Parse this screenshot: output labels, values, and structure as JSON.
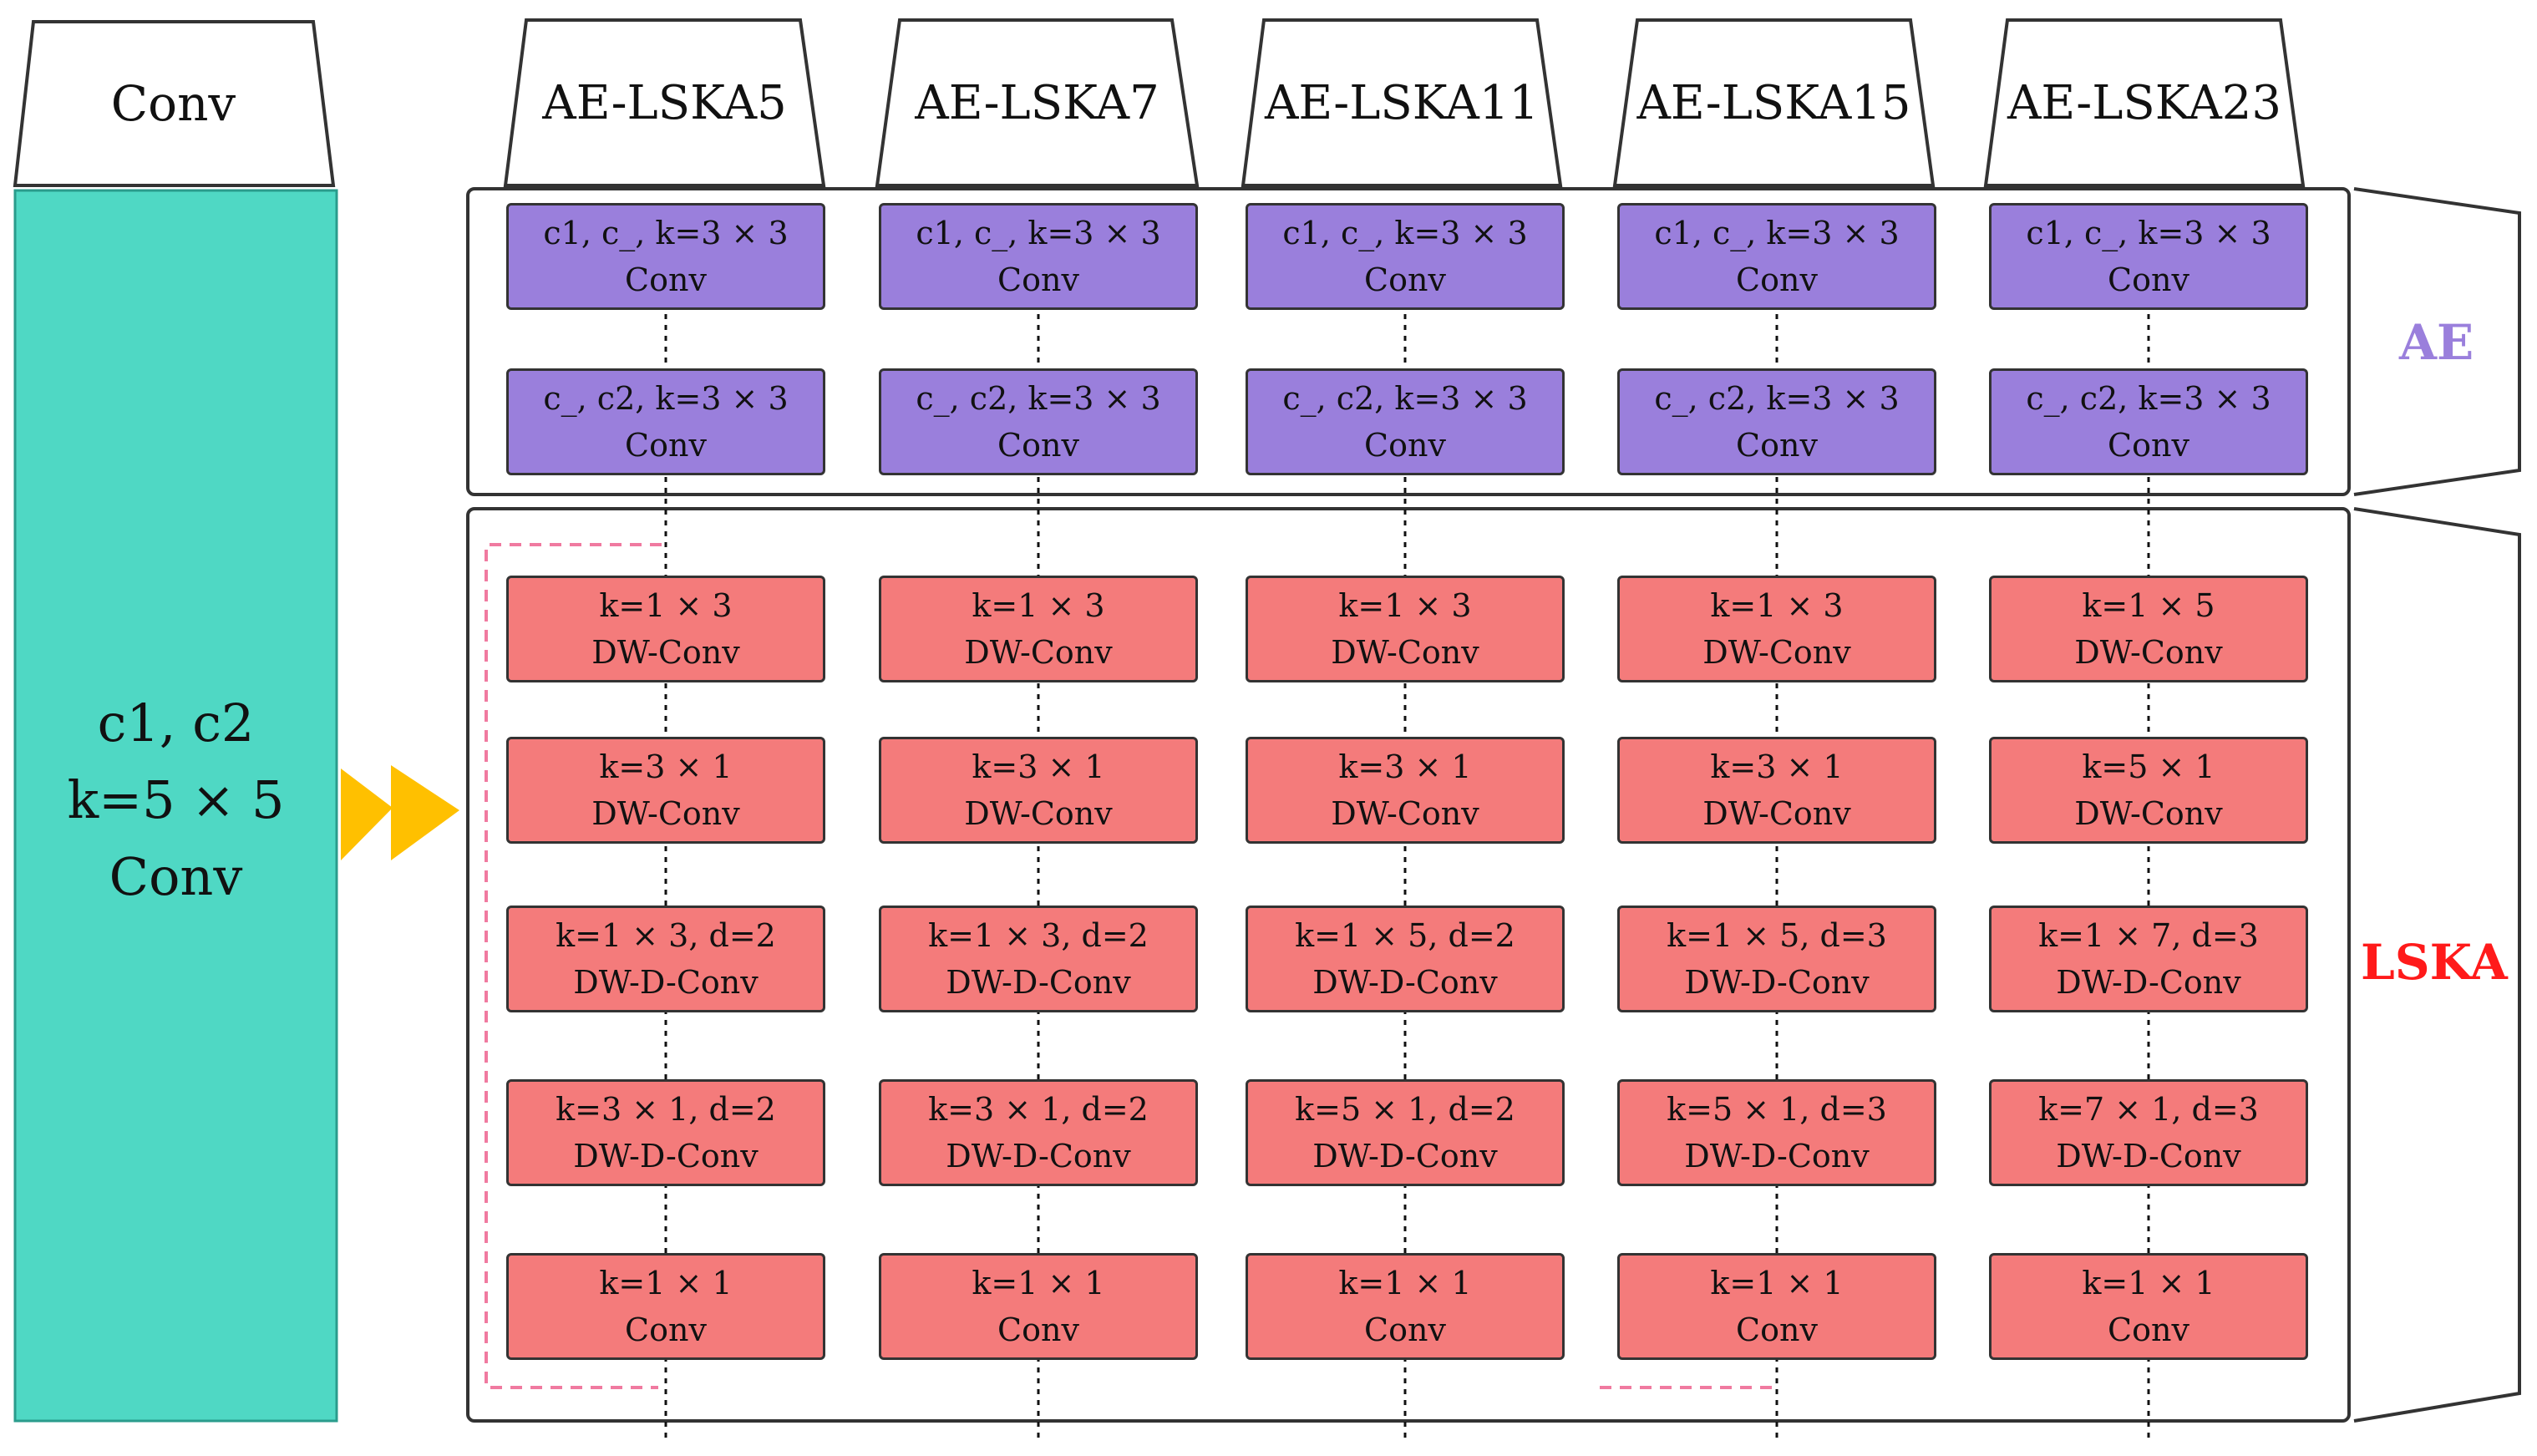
{
  "conv": {
    "tab_label": "Conv",
    "lines": [
      "c1, c2",
      "k=5 × 5",
      "Conv"
    ],
    "color": "#4fd8c4"
  },
  "arrow_color": "#ffc000",
  "ae_label": "AE",
  "ae_color": "#9a7fdc",
  "lska_label": "LSKA",
  "lska_color": "#f47b7b",
  "columns": [
    {
      "title": "AE-LSKA5",
      "ae": [
        {
          "top": "c1, c_, k=3 × 3",
          "bottom": "Conv"
        },
        {
          "top": "c_, c2, k=3 × 3",
          "bottom": "Conv"
        }
      ],
      "lska": [
        {
          "top": "k=1 × 3",
          "bottom": "DW-Conv"
        },
        {
          "top": "k=3 × 1",
          "bottom": "DW-Conv"
        },
        {
          "top": "k=1 × 3, d=2",
          "bottom": "DW-D-Conv"
        },
        {
          "top": "k=3 × 1, d=2",
          "bottom": "DW-D-Conv"
        },
        {
          "top": "k=1 × 1",
          "bottom": "Conv"
        }
      ]
    },
    {
      "title": "AE-LSKA7",
      "ae": [
        {
          "top": "c1, c_, k=3 × 3",
          "bottom": "Conv"
        },
        {
          "top": "c_, c2, k=3 × 3",
          "bottom": "Conv"
        }
      ],
      "lska": [
        {
          "top": "k=1 × 3",
          "bottom": "DW-Conv"
        },
        {
          "top": "k=3 × 1",
          "bottom": "DW-Conv"
        },
        {
          "top": "k=1 × 3, d=2",
          "bottom": "DW-D-Conv"
        },
        {
          "top": "k=3 × 1, d=2",
          "bottom": "DW-D-Conv"
        },
        {
          "top": "k=1 × 1",
          "bottom": "Conv"
        }
      ]
    },
    {
      "title": "AE-LSKA11",
      "ae": [
        {
          "top": "c1, c_, k=3 × 3",
          "bottom": "Conv"
        },
        {
          "top": "c_, c2, k=3 × 3",
          "bottom": "Conv"
        }
      ],
      "lska": [
        {
          "top": "k=1 × 3",
          "bottom": "DW-Conv"
        },
        {
          "top": "k=3 × 1",
          "bottom": "DW-Conv"
        },
        {
          "top": "k=1 × 5, d=2",
          "bottom": "DW-D-Conv"
        },
        {
          "top": "k=5 × 1, d=2",
          "bottom": "DW-D-Conv"
        },
        {
          "top": "k=1 × 1",
          "bottom": "Conv"
        }
      ]
    },
    {
      "title": "AE-LSKA15",
      "ae": [
        {
          "top": "c1, c_, k=3 × 3",
          "bottom": "Conv"
        },
        {
          "top": "c_, c2, k=3 × 3",
          "bottom": "Conv"
        }
      ],
      "lska": [
        {
          "top": "k=1 × 3",
          "bottom": "DW-Conv"
        },
        {
          "top": "k=3 × 1",
          "bottom": "DW-Conv"
        },
        {
          "top": "k=1 × 5, d=3",
          "bottom": "DW-D-Conv"
        },
        {
          "top": "k=5 × 1, d=3",
          "bottom": "DW-D-Conv"
        },
        {
          "top": "k=1 × 1",
          "bottom": "Conv"
        }
      ]
    },
    {
      "title": "AE-LSKA23",
      "ae": [
        {
          "top": "c1, c_, k=3 × 3",
          "bottom": "Conv"
        },
        {
          "top": "c_, c2, k=3 × 3",
          "bottom": "Conv"
        }
      ],
      "lska": [
        {
          "top": "k=1 × 5",
          "bottom": "DW-Conv"
        },
        {
          "top": "k=5 × 1",
          "bottom": "DW-Conv"
        },
        {
          "top": "k=1 × 7, d=3",
          "bottom": "DW-D-Conv"
        },
        {
          "top": "k=7 × 1, d=3",
          "bottom": "DW-D-Conv"
        },
        {
          "top": "k=1 × 1",
          "bottom": "Conv"
        }
      ]
    }
  ]
}
